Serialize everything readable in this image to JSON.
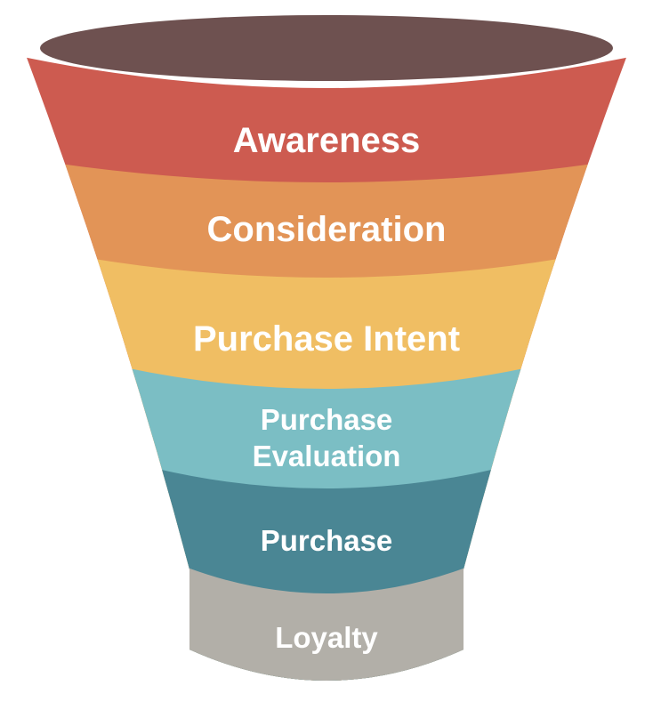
{
  "diagram": {
    "type": "funnel",
    "background_color": "#ffffff",
    "rim_color": "#ffffff",
    "top_opening_color": "#6E5150",
    "label_color": "#ffffff",
    "stages": [
      {
        "label": "Awareness",
        "lines": [
          "Awareness"
        ],
        "color": "#CD5B50"
      },
      {
        "label": "Consideration",
        "lines": [
          "Consideration"
        ],
        "color": "#E29457"
      },
      {
        "label": "Purchase Intent",
        "lines": [
          "Purchase Intent"
        ],
        "color": "#F0BE63"
      },
      {
        "label": "Purchase Evaluation",
        "lines": [
          "Purchase",
          "Evaluation"
        ],
        "color": "#7BBEC4"
      },
      {
        "label": "Purchase",
        "lines": [
          "Purchase"
        ],
        "color": "#4A8694"
      },
      {
        "label": "Loyalty",
        "lines": [
          "Loyalty"
        ],
        "color": "#B2AFA8"
      }
    ]
  }
}
